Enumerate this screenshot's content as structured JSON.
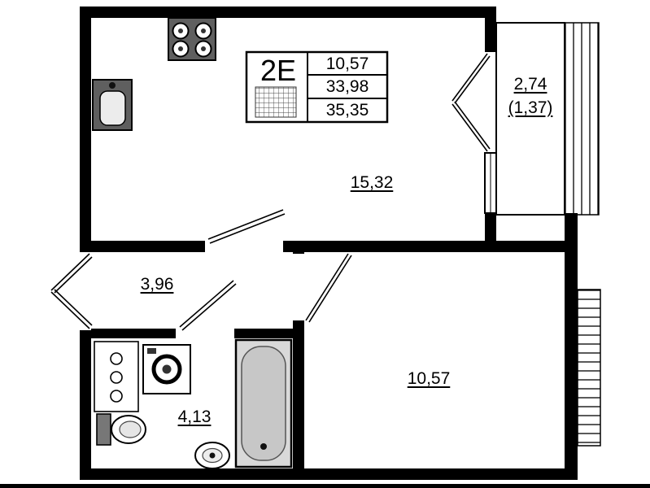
{
  "info_block": {
    "type": "2E",
    "values": [
      "10,57",
      "33,98",
      "35,35"
    ]
  },
  "rooms": {
    "living_area": "15,32",
    "hallway_area": "3,96",
    "bathroom_area": "4,13",
    "bedroom_area": "10,57",
    "balcony_area": "2,74",
    "balcony_reduced_area": "(1,37)"
  },
  "fixtures": [
    "stove-icon",
    "kitchen-sink-icon",
    "cabinet-icon",
    "washing-machine-icon",
    "toilet-icon",
    "wash-basin-icon",
    "bathtub-icon"
  ],
  "colors": {
    "walls": "#000000",
    "appliance_gray": "#5f5f5f",
    "bathtub_gray": "#d9d9d9"
  }
}
